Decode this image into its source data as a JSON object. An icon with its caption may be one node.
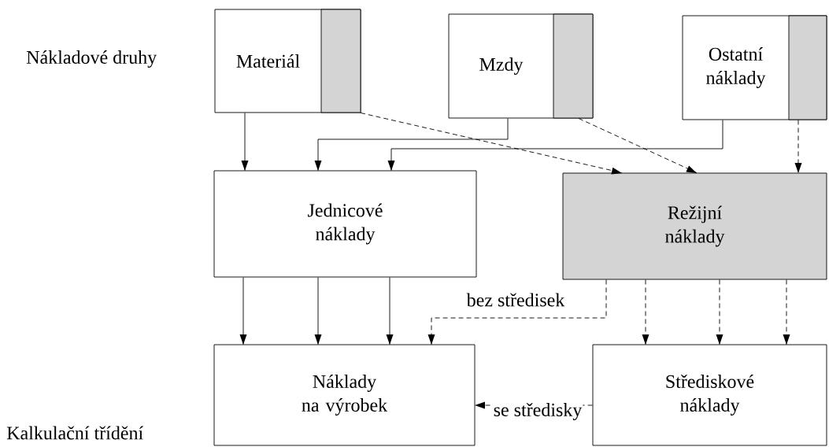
{
  "diagram": {
    "nodes": [
      {
        "text": [
          "Materiál"
        ]
      },
      {
        "text": [
          "Mzdy"
        ]
      },
      {
        "text": [
          "Ostatní náklady"
        ]
      },
      {
        "text": [
          "Jednicové náklady"
        ]
      },
      {
        "text": [
          "Režijní náklady"
        ]
      },
      {
        "text": [
          "Náklady na výrobek"
        ]
      },
      {
        "text": [
          "Střediskové náklady"
        ]
      }
    ],
    "edges": [
      {
        "from": 0,
        "to": 3,
        "arrow": "to"
      },
      {
        "from": 1,
        "to": 3,
        "arrow": "to"
      },
      {
        "from": 2,
        "to": 3,
        "arrow": "to"
      },
      {
        "from": 0,
        "to": 4,
        "arrow": "to",
        "style": "dashed"
      },
      {
        "from": 1,
        "to": 4,
        "arrow": "to",
        "style": "dashed"
      },
      {
        "from": 2,
        "to": 4,
        "arrow": "to",
        "style": "dashed"
      },
      {
        "from": 3,
        "to": 5,
        "arrow": "to"
      },
      {
        "from": 3,
        "to": 5,
        "arrow": "to"
      },
      {
        "from": 3,
        "to": 5,
        "arrow": "to"
      },
      {
        "from": 4,
        "to": 5,
        "arrow": "to",
        "style": "dashed",
        "label": "bez středisek"
      },
      {
        "from": 4,
        "to": 6,
        "arrow": "to",
        "style": "dashed"
      },
      {
        "from": 4,
        "to": 6,
        "arrow": "to",
        "style": "dashed"
      },
      {
        "from": 4,
        "to": 6,
        "arrow": "to",
        "style": "dashed"
      },
      {
        "from": 6,
        "to": 5,
        "arrow": "to",
        "style": "dashed",
        "label": "se středisky"
      }
    ],
    "labels": [
      "Nákladové druhy",
      "Kalkulační třídění"
    ]
  }
}
